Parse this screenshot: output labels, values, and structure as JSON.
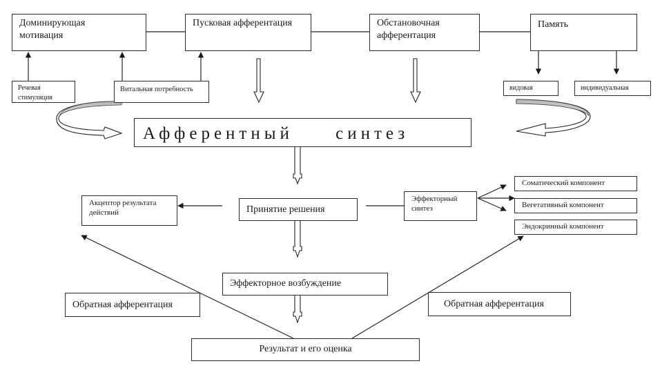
{
  "diagram": {
    "title": "Функциональная система (схема)",
    "top_row": {
      "dominant_motivation": "Доминирующая\nмотивация",
      "trigger_afferentation": "Пусковая афферентация",
      "situational_afferentation": "Обстановочная\nафферентация",
      "memory": "Память"
    },
    "inputs": {
      "speech_stimulation": "Речевая\nстимуляция",
      "vital_need": "Витальная потребность"
    },
    "memory_types": {
      "species": "видовая",
      "individual": "индивидуальная"
    },
    "afferent_synthesis": "Афферентный     синтез",
    "decision_making": "Принятие решения",
    "action_result_acceptor": "Акцептор результата\nдействий",
    "efferent_synthesis": "Эффекторный\nсинтез",
    "components": {
      "somatic": "Соматический компонент",
      "vegetative": "Вегетативный компонент",
      "endocrine": "Эндокринный компонент"
    },
    "efferent_excitation": "Эффекторное возбуждение",
    "feedback_left": "Обратная афферентация",
    "feedback_right": "Обратная афферентация",
    "result_evaluation": "Результат и его оценка"
  }
}
